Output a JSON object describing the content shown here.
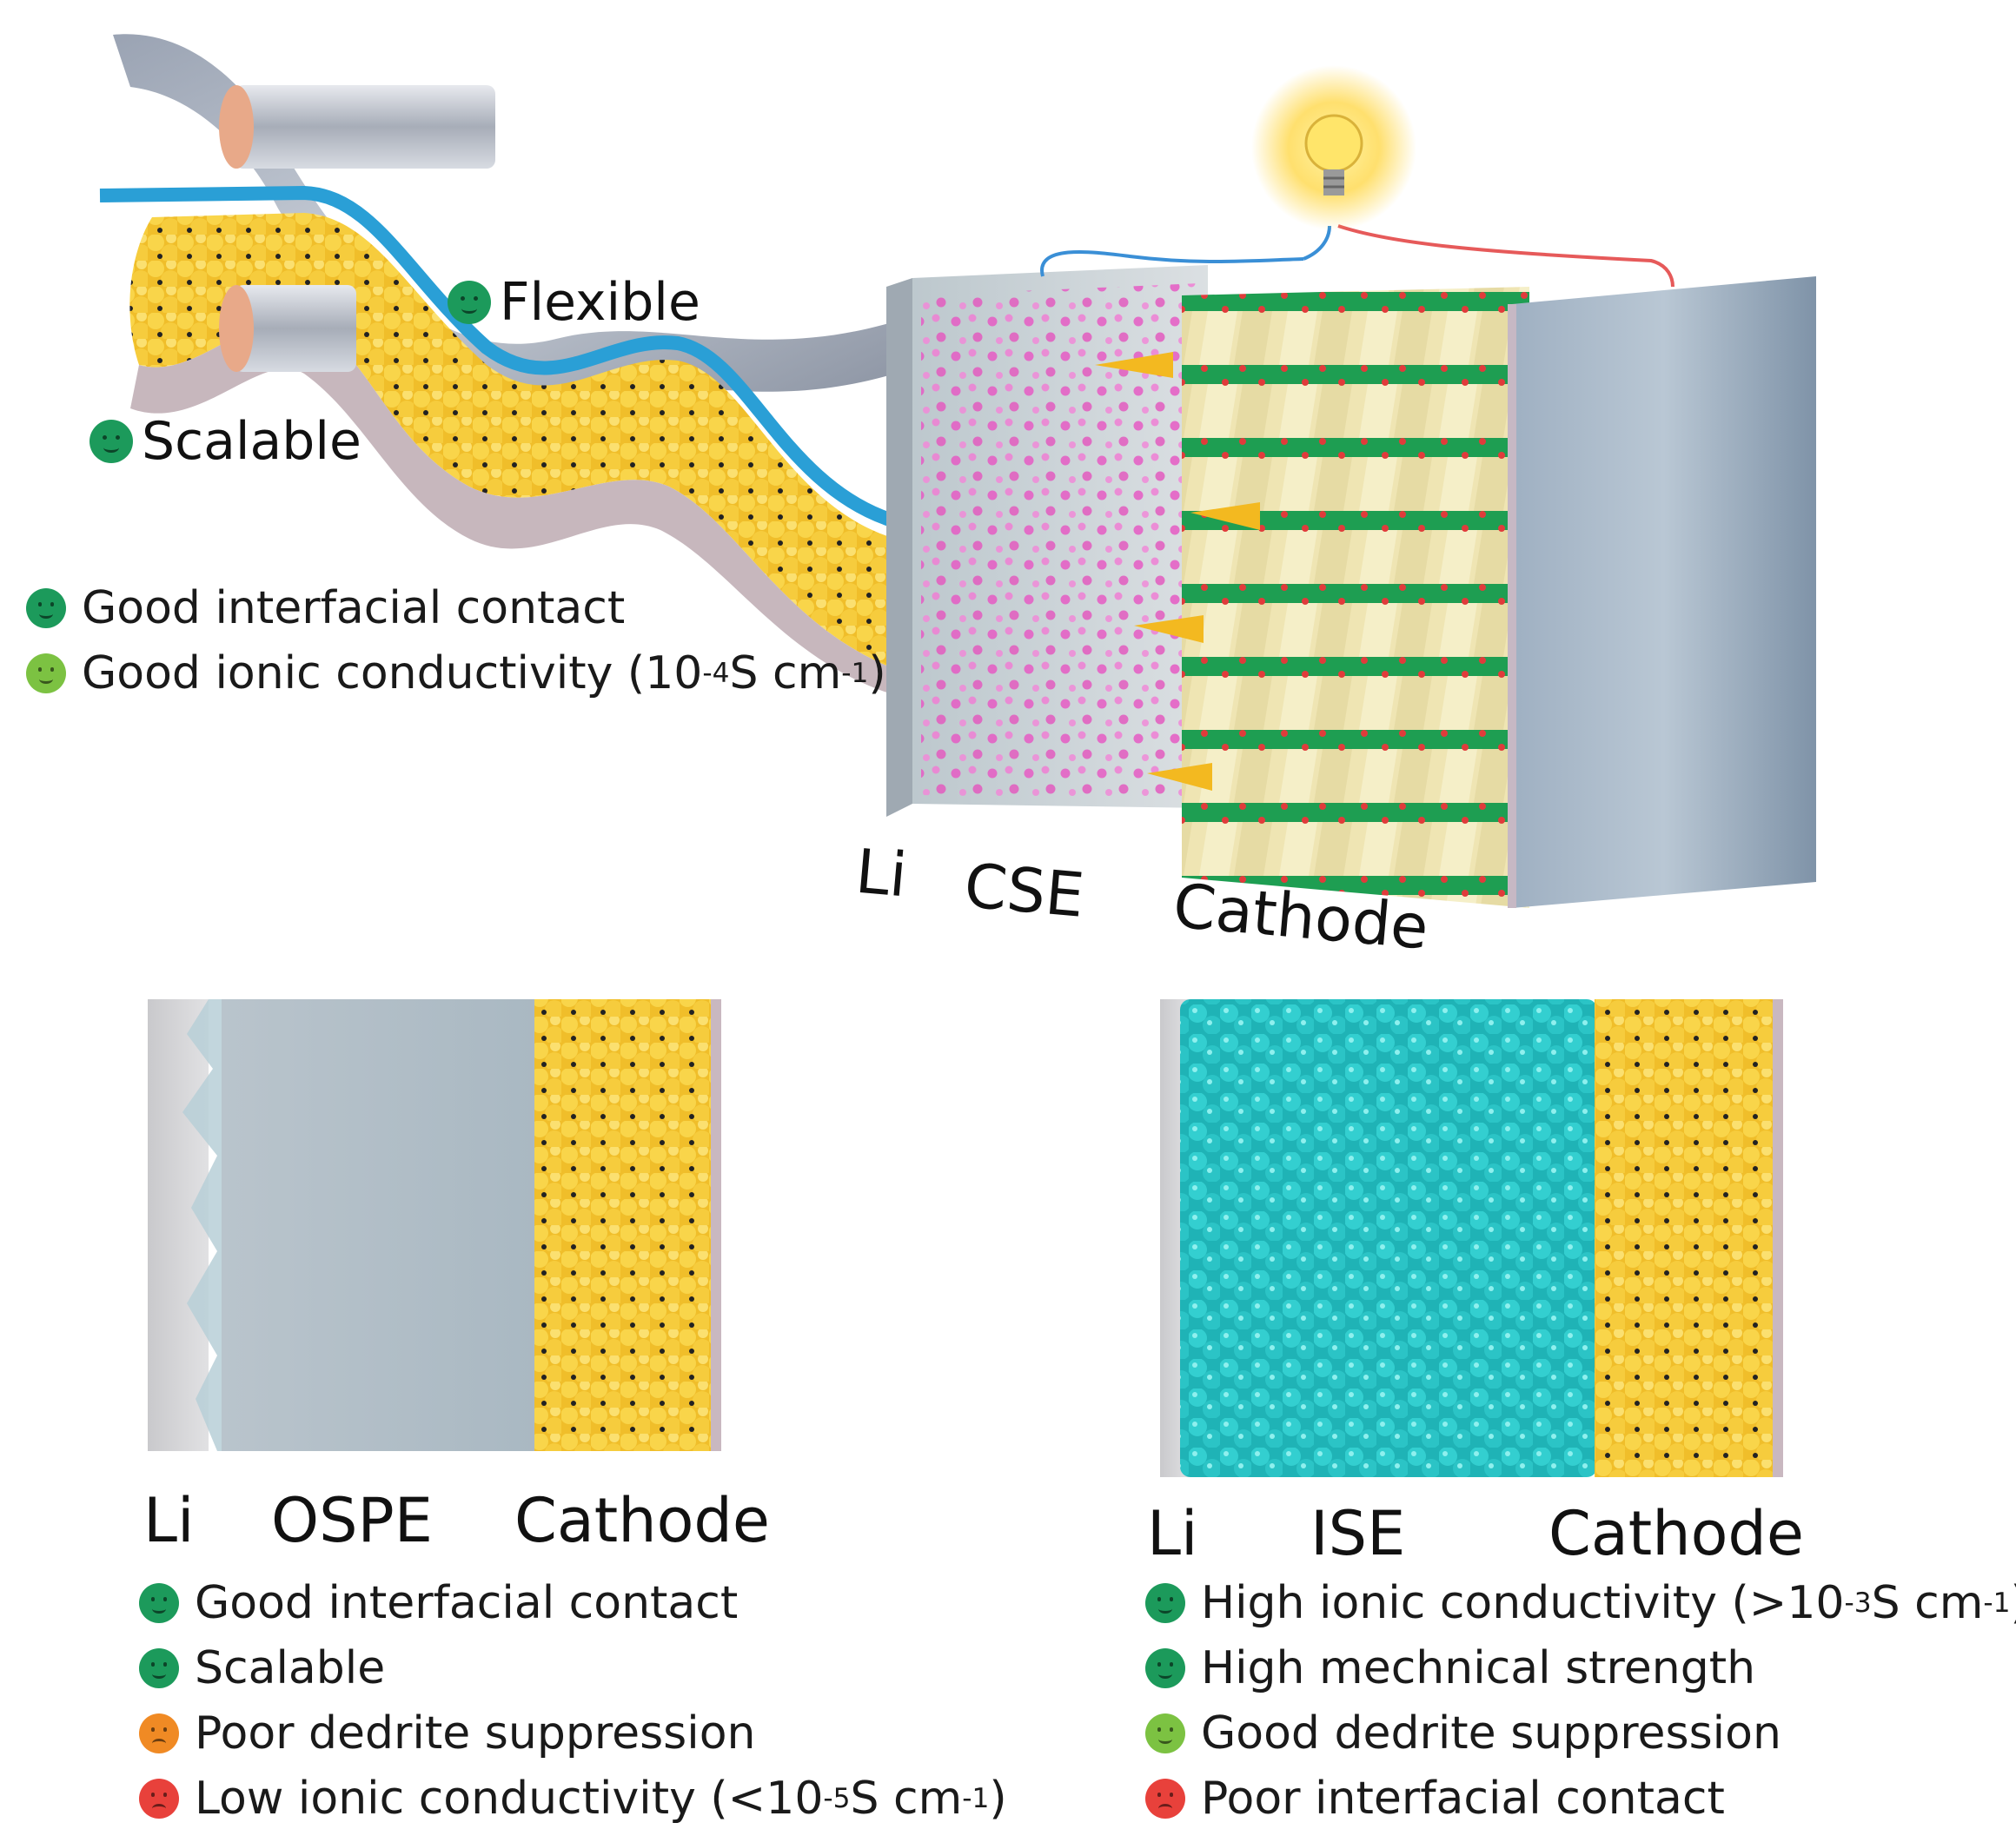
{
  "colors": {
    "good_dark": "#1c9a5b",
    "good_light": "#7cc242",
    "warn": "#f08a24",
    "bad": "#e8413b",
    "cathode_yellow": "#f5c93a",
    "lattice_green": "#1e9e52",
    "ise_cyan": "#2cc7c9",
    "cse_pink": "#e65bc4",
    "separator_blue": "#2a9fd6"
  },
  "top": {
    "tags": [
      {
        "text": "Flexible",
        "status": "good",
        "icon": "happy-face-icon"
      },
      {
        "text": "Scalable",
        "status": "good",
        "icon": "happy-face-icon"
      }
    ],
    "features": [
      {
        "text": "Good interfacial contact",
        "status": "good",
        "icon": "happy-face-icon"
      },
      {
        "text": "Good ionic conductivity (10",
        "sup": "-4",
        "tail": " S cm",
        "sup2": "-1",
        "end": ")",
        "status": "good-light",
        "icon": "happy-face-icon"
      }
    ],
    "labels": {
      "li": "Li",
      "cse": "CSE",
      "cathode": "Cathode"
    }
  },
  "bottom_left": {
    "labels": {
      "li": "Li",
      "electrolyte": "OSPE",
      "cathode": "Cathode"
    },
    "features": [
      {
        "text": "Good interfacial contact",
        "status": "good",
        "icon": "happy-face-icon"
      },
      {
        "text": "Scalable",
        "status": "good",
        "icon": "happy-face-icon"
      },
      {
        "text": "Poor dedrite suppression",
        "status": "warn",
        "icon": "sad-face-icon"
      },
      {
        "text": "Low ionic conductivity (<10",
        "sup": "-5",
        "tail": " S cm",
        "sup2": "-1",
        "end": ")",
        "status": "bad",
        "icon": "sad-face-icon"
      }
    ]
  },
  "bottom_right": {
    "labels": {
      "li": "Li",
      "electrolyte": "ISE",
      "cathode": "Cathode"
    },
    "features": [
      {
        "text": "High ionic conductivity (>10",
        "sup": "-3",
        "tail": " S cm",
        "sup2": "-1",
        "end": ")",
        "status": "good",
        "icon": "happy-face-icon"
      },
      {
        "text": "High mechnical strength",
        "status": "good",
        "icon": "happy-face-icon"
      },
      {
        "text": "Good dedrite suppression",
        "status": "good-light",
        "icon": "happy-face-icon"
      },
      {
        "text": "Poor interfacial contact",
        "status": "bad",
        "icon": "sad-face-icon"
      }
    ]
  }
}
